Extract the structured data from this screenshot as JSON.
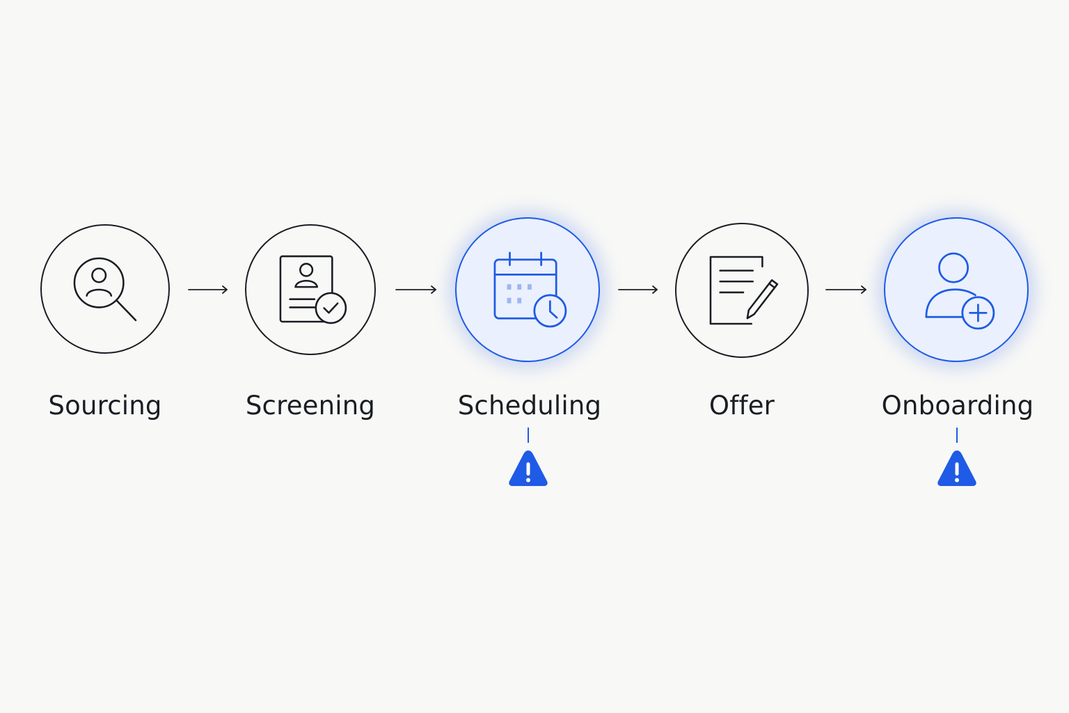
{
  "colors": {
    "background": "#f8f8f6",
    "ink": "#1a1d24",
    "accent": "#1f5be6",
    "accent_fill": "#eaf0fd"
  },
  "stages": [
    {
      "label": "Sourcing",
      "icon": "search-person-icon",
      "highlighted": false,
      "alert": false
    },
    {
      "label": "Screening",
      "icon": "resume-check-icon",
      "highlighted": false,
      "alert": false
    },
    {
      "label": "Scheduling",
      "icon": "calendar-clock-icon",
      "highlighted": true,
      "alert": true
    },
    {
      "label": "Offer",
      "icon": "document-pen-icon",
      "highlighted": false,
      "alert": false
    },
    {
      "label": "Onboarding",
      "icon": "add-user-icon",
      "highlighted": true,
      "alert": true
    }
  ],
  "connector_icon": "arrow-right-icon",
  "alert_icon": "warning-triangle-icon"
}
